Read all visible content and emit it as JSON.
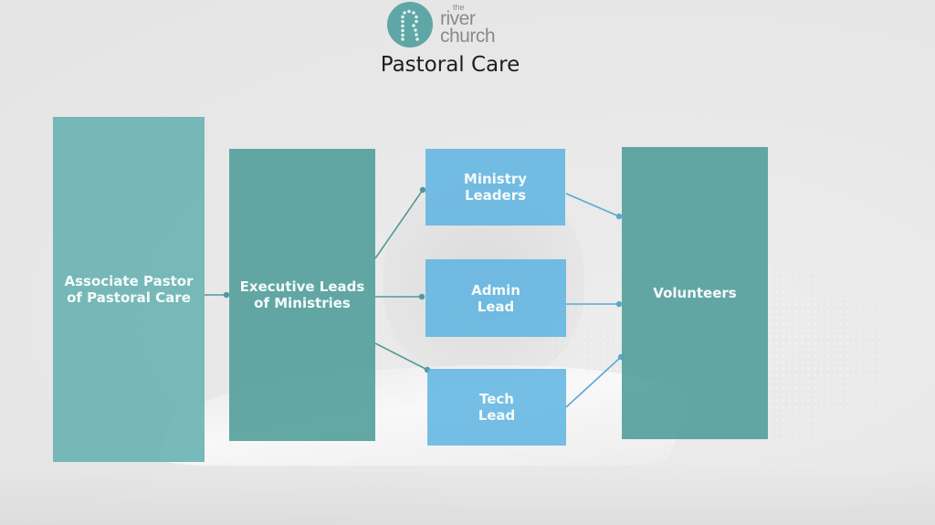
{
  "logo": {
    "line1": "the",
    "line2": "river",
    "line3": "church",
    "icon": "river-church-r-icon",
    "color": "#5fa6a6"
  },
  "title": "Pastoral Care",
  "nodes": {
    "associate_pastor": "Associate Pastor of Pastoral Care",
    "executive_leads": "Executive Leads of Ministries",
    "ministry_leaders": "Ministry Leaders",
    "admin_lead": "Admin Lead",
    "tech_lead": "Tech Lead",
    "volunteers": "Volunteers"
  },
  "edges": [
    {
      "from": "associate_pastor",
      "to": "executive_leads"
    },
    {
      "from": "executive_leads",
      "to": "ministry_leaders"
    },
    {
      "from": "executive_leads",
      "to": "admin_lead"
    },
    {
      "from": "executive_leads",
      "to": "tech_lead"
    },
    {
      "from": "ministry_leaders",
      "to": "volunteers"
    },
    {
      "from": "admin_lead",
      "to": "volunteers"
    },
    {
      "from": "tech_lead",
      "to": "volunteers"
    }
  ],
  "colors": {
    "teal_light": "#66b0b0",
    "teal_dark": "#529e9b",
    "blue": "#58b1e0",
    "connector_teal": "#4f9a98",
    "connector_blue": "#5aa8d2"
  }
}
